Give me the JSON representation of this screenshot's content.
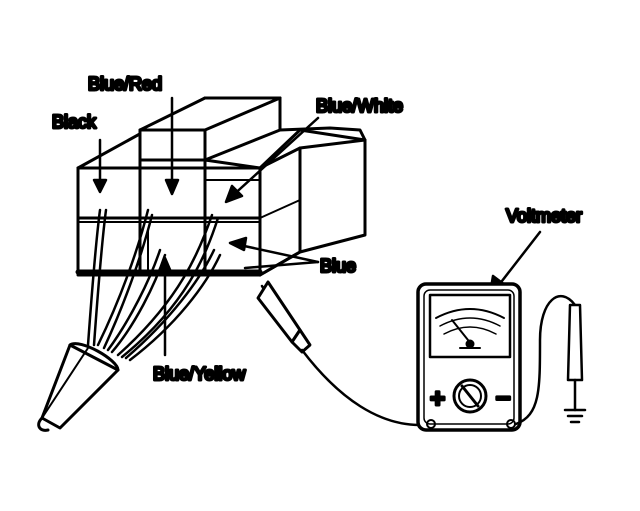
{
  "labels": {
    "blue_red": "Blue/Red",
    "black": "Black",
    "blue_white": "Blue/White",
    "voltmeter": "Voltmeter",
    "blue": "Blue",
    "blue_yellow": "Blue/Yellow",
    "plus": "+",
    "minus": "–"
  }
}
